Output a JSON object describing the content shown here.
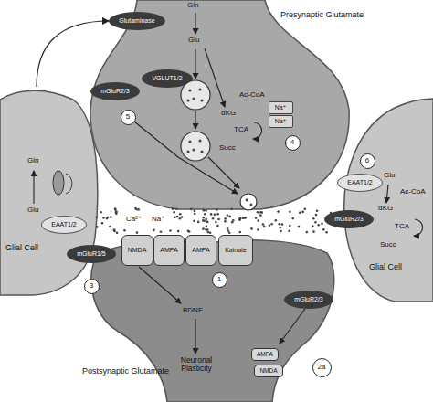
{
  "diagram": {
    "nodes": [
      {
        "text": [
          "Presynaptic Glutamate"
        ]
      },
      {
        "text": [
          "Glutaminase"
        ],
        "in": 0
      },
      {
        "text": [
          "VGLUT1/2"
        ],
        "in": 0
      },
      {
        "text": [
          "mGluR2/3"
        ],
        "in": 0
      },
      {
        "text": [
          "5"
        ],
        "in": 0
      },
      {
        "text": [
          "Na⁺"
        ],
        "in": 0
      },
      {
        "text": [
          "Na⁺"
        ],
        "in": 0
      },
      {
        "text": [
          "4"
        ],
        "in": 0
      },
      {
        "text": [
          "Glial Cell"
        ]
      },
      {
        "text": [
          "EAAT1/2"
        ],
        "in": 8
      },
      {
        "text": [
          "Glial Cell"
        ]
      },
      {
        "text": [
          "6"
        ],
        "in": 10
      },
      {
        "text": [
          "EAAT1/2"
        ],
        "in": 10
      },
      {
        "text": [
          "mGluR2/3"
        ],
        "in": 10
      },
      {
        "text": [
          "Postsynaptic Glutamate"
        ]
      },
      {
        "text": [
          "mGluR1/5"
        ],
        "in": 14
      },
      {
        "text": [
          "3"
        ],
        "in": 14
      },
      {
        "text": [
          "NMDA"
        ],
        "in": 14
      },
      {
        "text": [
          "AMPA"
        ],
        "in": 14
      },
      {
        "text": [
          "AMPA"
        ],
        "in": 14
      },
      {
        "text": [
          "Kainate"
        ],
        "in": 14
      },
      {
        "text": [
          "1"
        ],
        "in": 14
      },
      {
        "text": [
          "mGluR2/3"
        ],
        "in": 14
      },
      {
        "text": [
          "AMPA"
        ],
        "in": 14
      },
      {
        "text": [
          "NMDA"
        ],
        "in": 14
      },
      {
        "text": [
          "2a"
        ],
        "in": 14
      }
    ],
    "edges": [
      {
        "from": 8,
        "to": 1,
        "arrow": "to"
      }
    ],
    "labels": [
      "Gln",
      "Glu",
      "Ac-CoA",
      "αKG",
      "TCA",
      "Succ",
      "Gln",
      "Glu",
      "Glu",
      "Ac-CoA",
      "αKG",
      "TCA",
      "Succ",
      "Ca²⁺",
      "Na⁺",
      "BDNF",
      "Neuronal Plasticity"
    ]
  }
}
